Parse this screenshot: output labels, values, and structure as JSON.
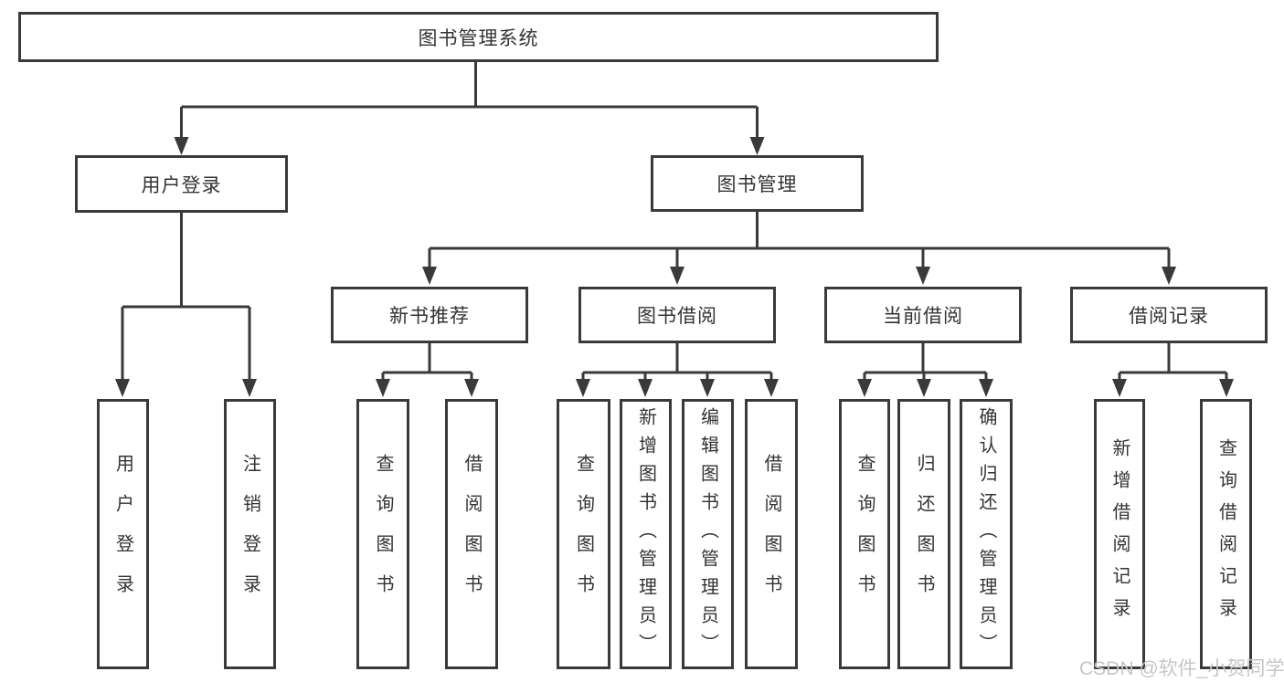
{
  "diagram": {
    "root": "图书管理系统",
    "level2": [
      "用户登录",
      "图书管理"
    ],
    "level3": [
      "新书推荐",
      "图书借阅",
      "当前借阅",
      "借阅记录"
    ],
    "leaves": {
      "user_login": [
        "用户登录",
        "注销登录"
      ],
      "new_book_recommend": [
        "查询图书",
        "借阅图书"
      ],
      "book_borrow": [
        "查询图书",
        "新增图书（管理员）",
        "编辑图书（管理员）",
        "借阅图书"
      ],
      "current_borrow": [
        "查询图书",
        "归还图书",
        "确认归还（管理员）"
      ],
      "borrow_records": [
        "新增借阅记录",
        "查询借阅记录"
      ]
    }
  },
  "watermark": {
    "text": "CSDN @软件_小贺同学"
  },
  "colors": {
    "line": "#3a3a3a",
    "box_border": "#3a3a3a",
    "text": "#333333",
    "watermark_text": "#c6c6c6",
    "background": "#ffffff"
  }
}
